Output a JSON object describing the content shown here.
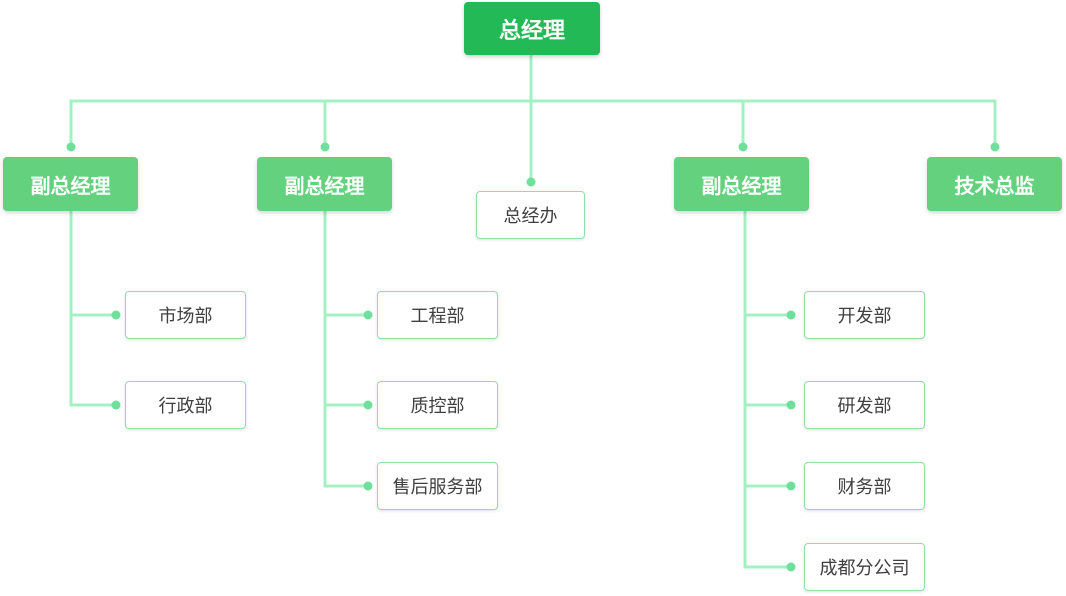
{
  "colors": {
    "top_fill": "#23b957",
    "manager_fill": "#64d17f",
    "dept_border": "#8fe0a6",
    "connector": "#a3f0c0",
    "dot": "#6fe09b"
  },
  "org": {
    "top": "总经理",
    "level2": [
      {
        "label": "副总经理",
        "departments": [
          "市场部",
          "行政部"
        ]
      },
      {
        "label": "副总经理",
        "departments": [
          "工程部",
          "质控部",
          "售后服务部"
        ]
      },
      {
        "label": "总经办",
        "departments": []
      },
      {
        "label": "副总经理",
        "departments": [
          "开发部",
          "研发部",
          "财务部",
          "成都分公司"
        ]
      },
      {
        "label": "技术总监",
        "departments": []
      }
    ]
  }
}
